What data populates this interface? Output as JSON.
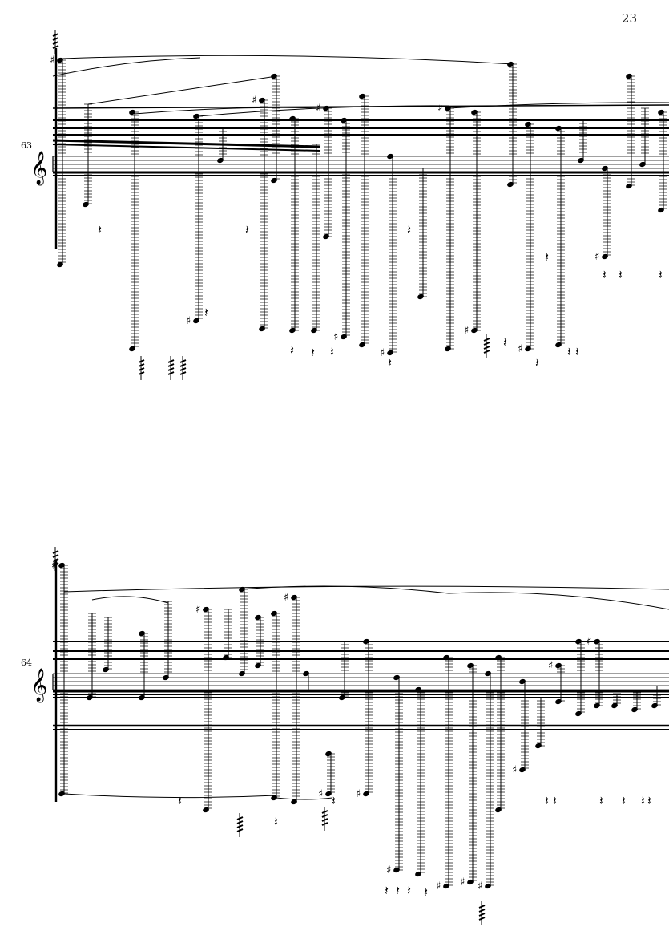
{
  "page": {
    "number": "23"
  },
  "systems": [
    {
      "measure_number": "63",
      "clef": "treble"
    },
    {
      "measure_number": "64",
      "clef": "treble"
    }
  ]
}
